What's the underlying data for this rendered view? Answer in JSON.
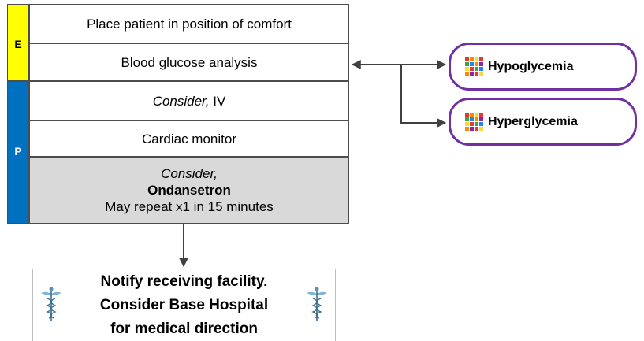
{
  "levels": {
    "e": {
      "label": "E",
      "color": "#ffff00"
    },
    "p": {
      "label": "P",
      "color": "#0070c0"
    }
  },
  "steps": {
    "position": "Place patient in position of comfort",
    "glucose": "Blood glucose analysis",
    "iv_consider": "Consider,",
    "iv_text": "IV",
    "cardiac": "Cardiac monitor",
    "ondansetron_consider": "Consider,",
    "ondansetron_drug": "Ondansetron",
    "ondansetron_repeat": "May repeat x1 in 15 minutes"
  },
  "links": {
    "hypoglycemia": "Hypoglycemia",
    "hyperglycemia": "Hyperglycemia",
    "accent_color": "#7030a0",
    "icon": "protocol-grid-icon"
  },
  "notify": {
    "line1": "Notify receiving facility.",
    "line2": "Consider Base Hospital",
    "line3": "for medical direction",
    "icon": "caduceus-icon"
  },
  "colors": {
    "shaded_step": "#d9d9d9",
    "arrow": "#404040"
  }
}
